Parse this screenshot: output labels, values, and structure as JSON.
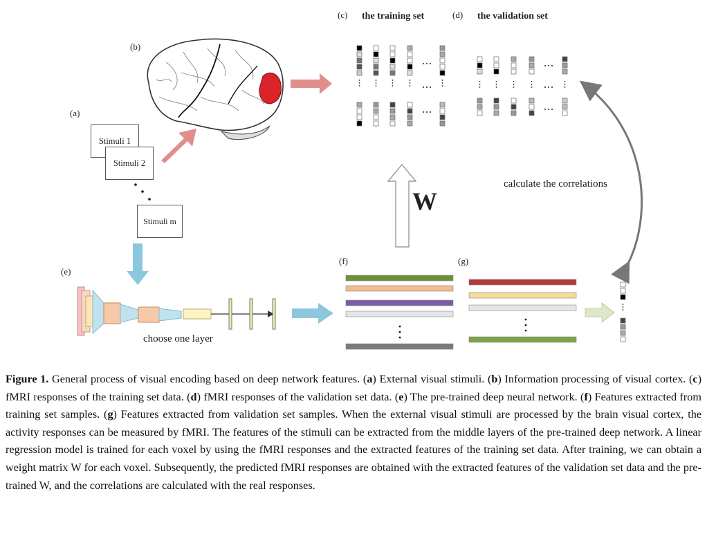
{
  "labels": {
    "a": "(a)",
    "b": "(b)",
    "c": "(c)",
    "d": "(d)",
    "e": "(e)",
    "f": "(f)",
    "g": "(g)"
  },
  "headers": {
    "training": "the training set",
    "validation": "the validation set"
  },
  "stimuli": {
    "s1": "Stimuli 1",
    "s2": "Stimuli 2",
    "sm": "Stimuli m"
  },
  "weight_label": "W",
  "correlation_label": "calculate the correlations",
  "layer_label": "choose one layer",
  "feature_colors_f": [
    "#6e8f3a",
    "#f4b98d",
    "#7b5ea7",
    "#e6e6e6",
    "#7a7a7a"
  ],
  "feature_colors_g": [
    "#b33a3a",
    "#f6dc9a",
    "#e6e6e6",
    "#7aa548"
  ],
  "caption": {
    "title": "Figure 1.",
    "p1": " General process of visual encoding based on deep network features. (",
    "a": "a",
    "p2": ") External visual stimuli. (",
    "b": "b",
    "p3": ") Information processing of visual cortex. (",
    "c": "c",
    "p4": ") fMRI responses of the training set data. (",
    "d": "d",
    "p5": ") fMRI responses of the validation set data. (",
    "e": "e",
    "p6": ") The pre-trained deep neural network. (",
    "f": "f",
    "p7": ") Features extracted from training set samples. (",
    "g": "g",
    "p8": ") Features extracted from validation set samples. When the external visual stimuli are processed by the brain visual cortex, the activity responses can be measured by fMRI. The features of the stimuli can be extracted from the middle layers of the pre-trained deep network. A linear regression model is trained for each voxel by using the fMRI responses and the extracted features of the training set data. After training, we can obtain a weight matrix W for each voxel. Subsequently, the predicted fMRI responses are obtained with the extracted features of the validation set data and the pre-trained W, and the correlations are calculated with the real responses."
  }
}
